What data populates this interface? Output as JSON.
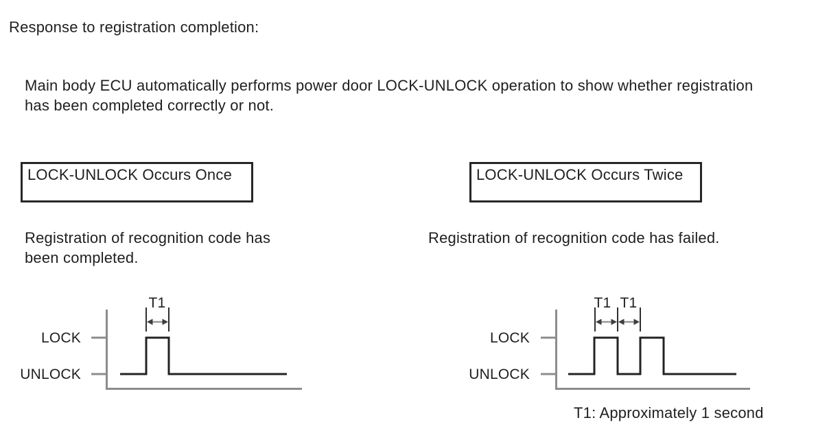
{
  "colors": {
    "text": "#1f1f1f",
    "axis_gray": "#8c8c8c",
    "waveform_dark": "#232323",
    "background": "#ffffff"
  },
  "header": {
    "title": "Response to registration completion:",
    "description_line1": "Main body ECU automatically performs power door LOCK-UNLOCK operation to show whether registration",
    "description_line2": "has been completed correctly or not."
  },
  "panels": {
    "once": {
      "box_label": "LOCK-UNLOCK Occurs Once",
      "caption_line1": "Registration of recognition code has",
      "caption_line2": "been completed.",
      "diagram": {
        "t1_label": "T1",
        "lock_label": "LOCK",
        "unlock_label": "UNLOCK",
        "pulse_count": 1,
        "sequence": [
          "UNLOCK",
          "LOCK for T1",
          "UNLOCK"
        ]
      }
    },
    "twice": {
      "box_label": "LOCK-UNLOCK Occurs Twice",
      "caption_line1": "Registration of recognition code has failed.",
      "diagram": {
        "t1_label_first": "T1",
        "t1_label_second": "T1",
        "lock_label": "LOCK",
        "unlock_label": "UNLOCK",
        "pulse_count": 2,
        "sequence": [
          "UNLOCK",
          "LOCK for T1",
          "UNLOCK for T1",
          "LOCK for T1",
          "UNLOCK"
        ]
      }
    }
  },
  "footnote": "T1: Approximately 1 second"
}
